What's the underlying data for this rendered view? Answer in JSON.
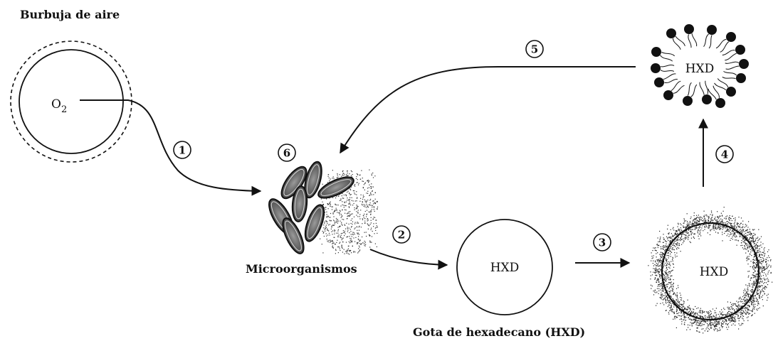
{
  "labels": {
    "air_bubble": "Burbuja de aire",
    "oxygen_base": "O",
    "oxygen_sub": "2",
    "microorganisms": "Microorganismos",
    "droplet_caption": "Gota de hexadecano (HXD)",
    "hxd_droplet": "HXD",
    "hxd_coated": "HXD",
    "hxd_micelle": "HXD"
  },
  "steps": [
    "1",
    "2",
    "3",
    "4",
    "5",
    "6"
  ],
  "colors": {
    "ink": "#111111",
    "cell_fill": "#6b6b6b",
    "background": "#ffffff"
  }
}
